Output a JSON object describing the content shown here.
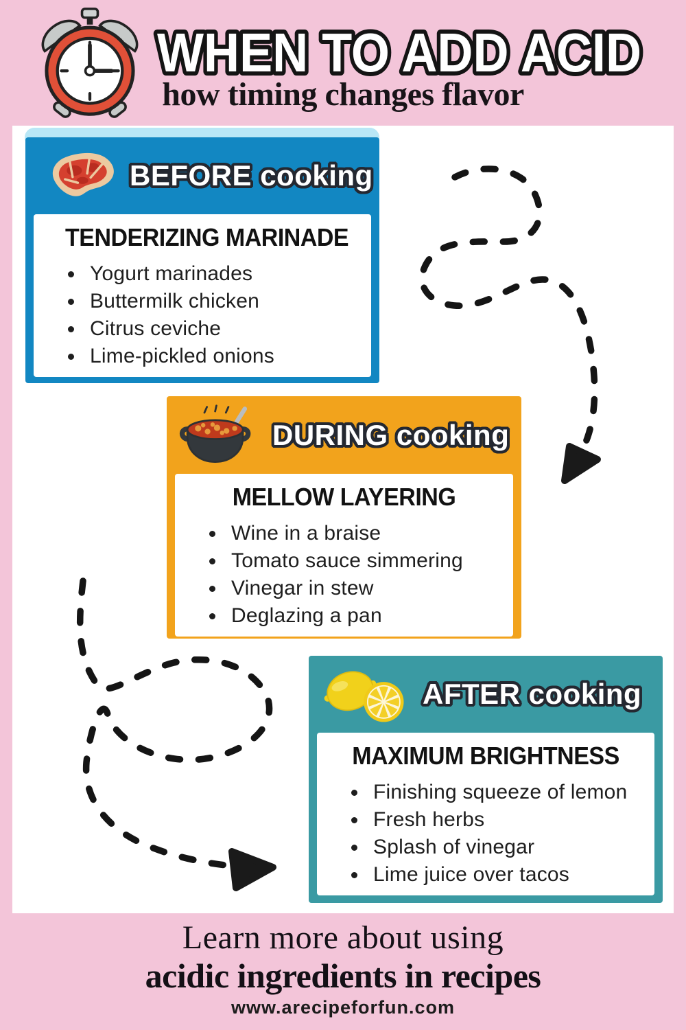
{
  "poster": {
    "colors": {
      "background_pink": "#f3c5d9",
      "panel_white": "#ffffff",
      "before_blue": "#1287c2",
      "before_accent_light_blue": "#b9e7f6",
      "during_orange": "#f2a31c",
      "after_teal": "#3a9aa3",
      "ink": "#161616",
      "clock_red": "#e05038"
    }
  },
  "header": {
    "title": "WHEN TO ADD ACID",
    "subtitle": "how timing changes flavor"
  },
  "cards": [
    {
      "label_strong": "BEFORE",
      "label_rest": "cooking",
      "icon": "steak",
      "headline": "TENDERIZING MARINADE",
      "bullets": [
        "Yogurt marinades",
        "Buttermilk chicken",
        "Citrus ceviche",
        "Lime-pickled onions"
      ]
    },
    {
      "label_strong": "DURING",
      "label_rest": "cooking",
      "icon": "stew-pot",
      "headline": "MELLOW LAYERING",
      "bullets": [
        "Wine in a braise",
        "Tomato sauce simmering",
        "Vinegar in stew",
        "Deglazing a pan"
      ]
    },
    {
      "label_strong": "AFTER",
      "label_rest": "cooking",
      "icon": "lemon",
      "headline": "MAXIMUM BRIGHTNESS",
      "bullets": [
        "Finishing squeeze of lemon",
        "Fresh herbs",
        "Splash of vinegar",
        "Lime juice over tacos"
      ]
    }
  ],
  "footer": {
    "line1": "Learn more about using",
    "line2": "acidic ingredients in recipes",
    "url": "www.arecipeforfun.com"
  }
}
